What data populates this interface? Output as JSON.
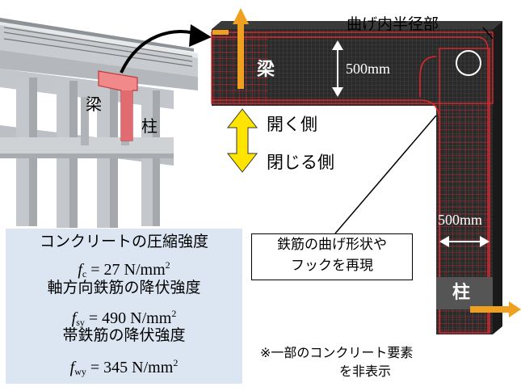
{
  "photo": {
    "beam_label": "梁",
    "column_label": "柱"
  },
  "model": {
    "bend_radius_label": "曲げ内半径部",
    "beam_label": "梁",
    "beam_depth": "500mm",
    "column_label": "柱",
    "column_width": "500mm",
    "open_side": "開く側",
    "close_side": "閉じる側",
    "rebar_callout_line1": "鉄筋の曲げ形状や",
    "rebar_callout_line2": "フックを再現",
    "note_line1": "※一部のコンクリート要素",
    "note_line2": "を非表示"
  },
  "materials": {
    "fc_title": "コンクリートの圧縮強度",
    "fc_symbol": "f",
    "fc_sub": "c",
    "fc_value": " = 27 N/mm",
    "fc_exp": "2",
    "fsy_title": "軸方向鉄筋の降伏強度",
    "fsy_symbol": "f",
    "fsy_sub": "sy",
    "fsy_value": " = 490 N/mm",
    "fsy_exp": "2",
    "fwy_title": "帯鉄筋の降伏強度",
    "fwy_symbol": "f",
    "fwy_sub": "wy",
    "fwy_value": " = 345 N/mm",
    "fwy_exp": "2"
  },
  "colors": {
    "mesh": "#2b2b2b",
    "rebar": "#e0262b",
    "highlight": "#f08a8a",
    "arrow_orange": "#f0a020",
    "arrow_yellow": "#ffe400",
    "panel": "#dce6f2"
  }
}
